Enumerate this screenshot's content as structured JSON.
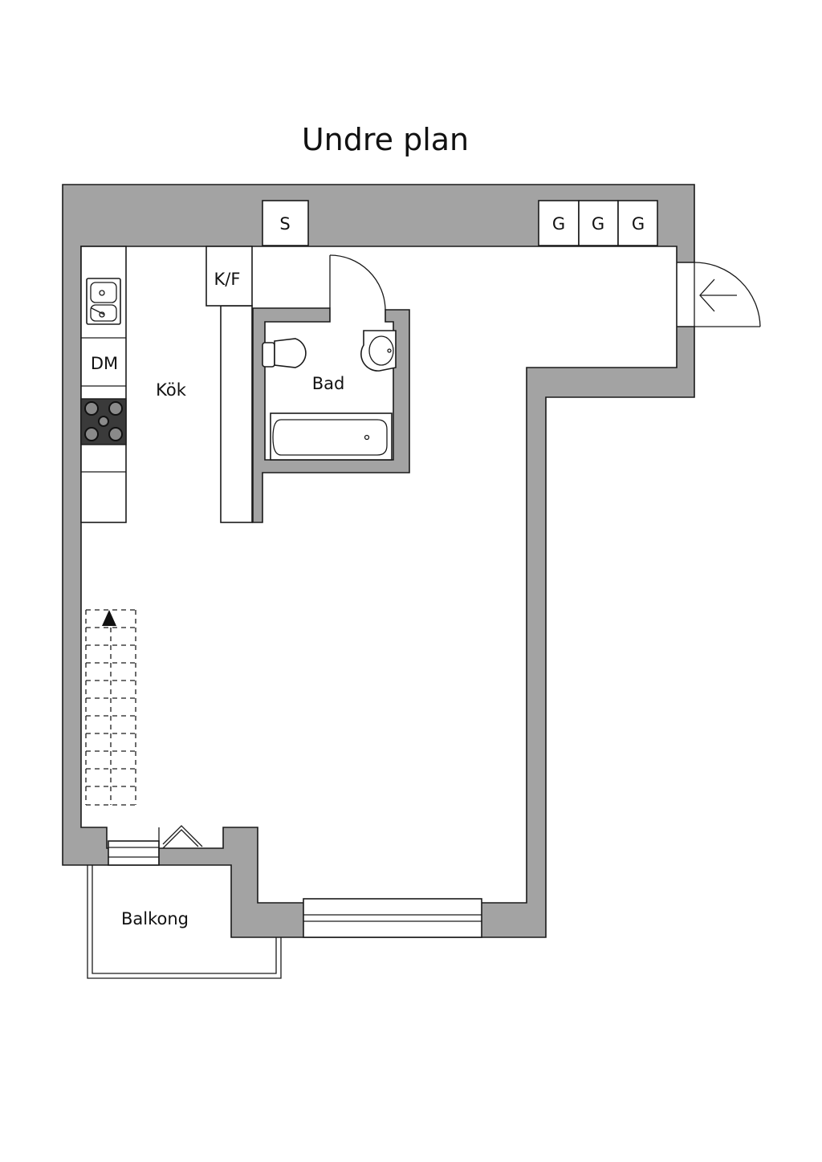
{
  "title": "Undre plan",
  "rooms": {
    "kitchen": "Kök",
    "bath": "Bad",
    "balcony": "Balkong"
  },
  "fixtures": {
    "dishwasher": "DM",
    "fridge_freezer": "K/F",
    "closet_s": "S",
    "wardrobes": [
      "G",
      "G",
      "G"
    ]
  },
  "colors": {
    "wall": "#a3a3a3",
    "line": "#1a1a1a"
  }
}
